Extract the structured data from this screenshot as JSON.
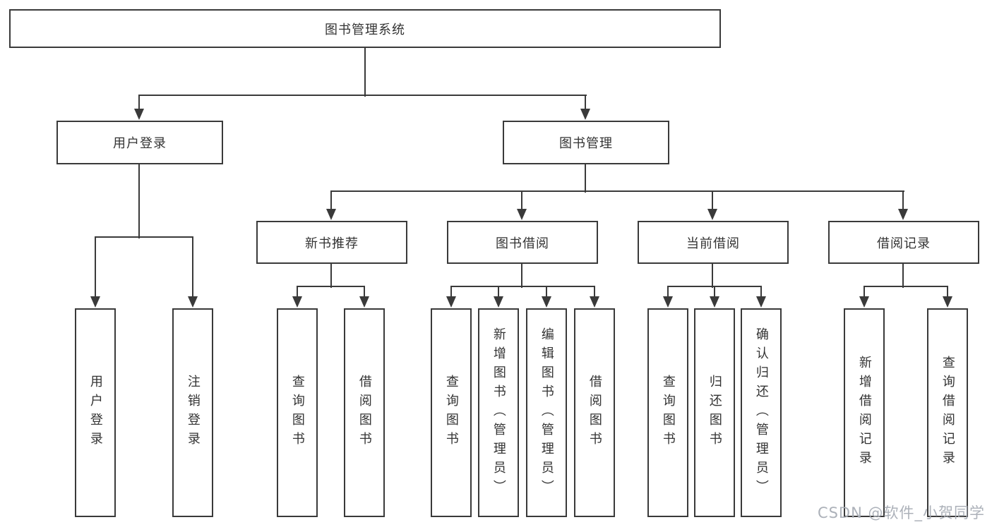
{
  "diagram": {
    "root": "图书管理系统",
    "level2": {
      "user": "用户登录",
      "book": "图书管理"
    },
    "level3": {
      "new_books": "新书推荐",
      "borrowing": "图书借阅",
      "current": "当前借阅",
      "records": "借阅记录"
    },
    "leaves": {
      "user_login": "用户登录",
      "user_logout": "注销登录",
      "new_query": "查询图书",
      "new_borrow": "借阅图书",
      "bor_query": "查询图书",
      "bor_add": "新增图书（管理员）",
      "bor_edit": "编辑图书（管理员）",
      "bor_borrow": "借阅图书",
      "cur_query": "查询图书",
      "cur_return": "归还图书",
      "cur_confirm": "确认归还（管理员）",
      "rec_add": "新增借阅记录",
      "rec_query": "查询借阅记录"
    }
  },
  "watermark": "CSDN @软件_小贺同学",
  "colors": {
    "line": "#3a3a3a",
    "text": "#333333",
    "background": "#ffffff",
    "watermark": "#a8adb5"
  }
}
